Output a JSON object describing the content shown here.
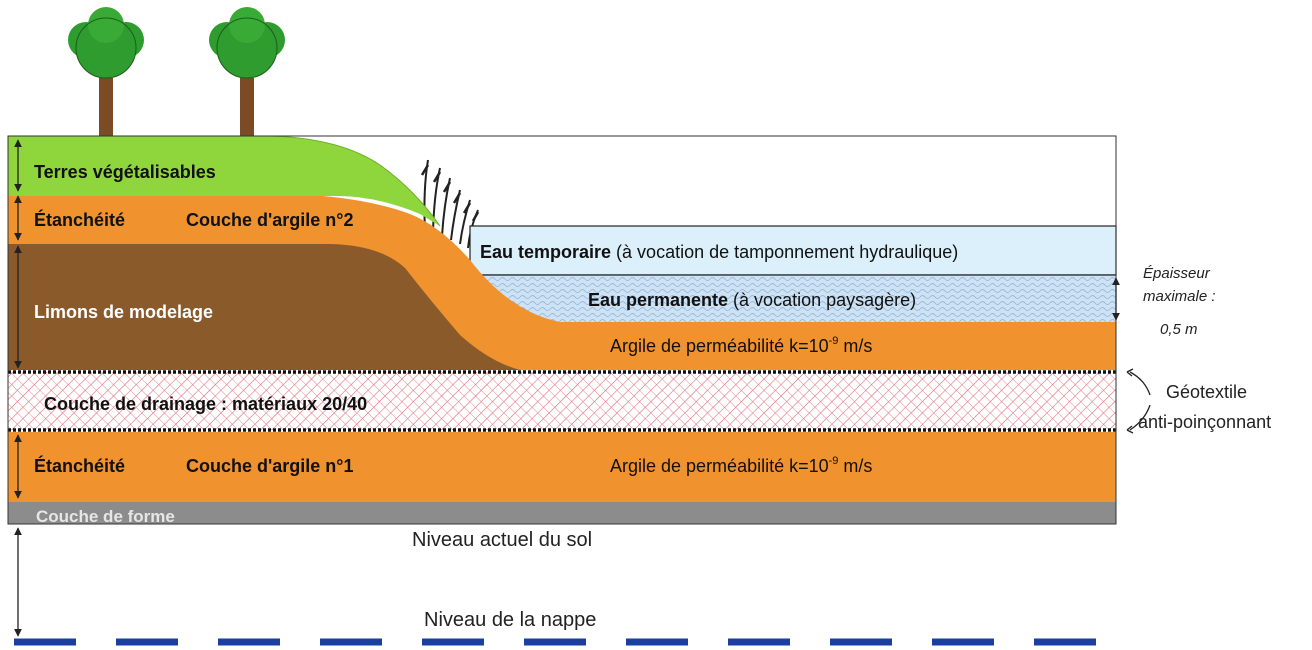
{
  "diagram": {
    "layers": {
      "terres": "Terres végétalisables",
      "etancheite_top": "Étanchéité",
      "argile_2": "Couche d'argile n°2",
      "limons": "Limons de modelage",
      "drainage": "Couche de drainage : matériaux 20/40",
      "etancheite_bottom": "Étanchéité",
      "argile_1": "Couche d'argile n°1",
      "forme": "Couche de forme"
    },
    "water": {
      "temporaire_bold": "Eau temporaire",
      "temporaire_rest": " (à vocation de tamponnement hydraulique)",
      "permanente_bold": "Eau permanente",
      "permanente_rest": " (à vocation paysagère)"
    },
    "argile_perm": {
      "text": "Argile de perméabilité k=10",
      "exponent": "-9",
      "unit": " m/s"
    },
    "epaisseur": {
      "line1": "Épaisseur",
      "line2": "maximale :",
      "line3": "0,5 m"
    },
    "geotextile": {
      "line1": "Géotextile",
      "line2": "anti-poinçonnant"
    },
    "levels": {
      "sol": "Niveau actuel du sol",
      "nappe": "Niveau de la nappe"
    },
    "colors": {
      "green": "#8fd63c",
      "orange": "#f0922e",
      "brown": "#8a5a2b",
      "grey": "#8c8c8c",
      "water_light": "#d6eefa",
      "water_dark": "#c3dcf2",
      "nappe": "#1a3fa0"
    }
  }
}
